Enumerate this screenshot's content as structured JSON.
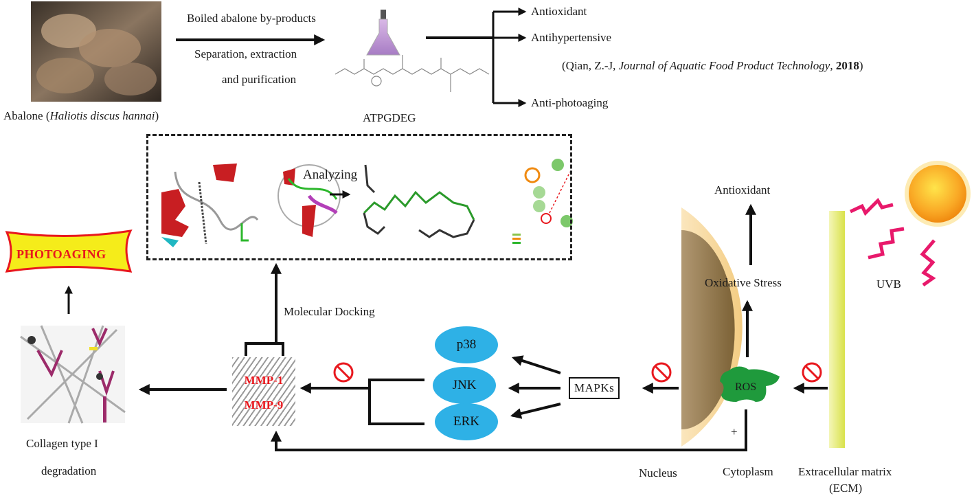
{
  "top": {
    "abalone_label_prefix": "Abalone (",
    "abalone_label_species": "Haliotis discus hannai",
    "abalone_label_suffix": ")",
    "process_label_1": "Boiled abalone by-products",
    "process_label_2": "Separation, extraction",
    "process_label_3": "and purification",
    "peptide_name": "ATPGDEG",
    "activities": [
      "Antioxidant",
      "Antihypertensive",
      "Anti-photoaging"
    ],
    "citation_prefix": "(Qian, Z.-J, ",
    "citation_journal": "Journal of Aquatic Food Product Technology",
    "citation_sep": ", ",
    "citation_year": "2018",
    "citation_suffix": ")"
  },
  "docking_panel": {
    "analyzing_label": "Analyzing",
    "docking_label": "Molecular Docking"
  },
  "left": {
    "photoaging_label": "PHOTOAGING",
    "collagen_label_1": "Collagen type I",
    "collagen_label_2": "degradation"
  },
  "pathway": {
    "mmp_labels": [
      "MMP-1",
      "MMP-9"
    ],
    "mapk_nodes": [
      "p38",
      "JNK",
      "ERK"
    ],
    "mapks_label": "MAPKs",
    "ros_label": "ROS",
    "oxidative_stress_label": "Oxidative Stress",
    "antioxidant_label": "Antioxidant",
    "uvb_label": "UVB",
    "plus_sign": "+"
  },
  "cell": {
    "nucleus_label": "Nucleus",
    "cytoplasm_label": "Cytoplasm",
    "ecm_label_1": "Extracellular matrix",
    "ecm_label_2": "(ECM)"
  },
  "colors": {
    "inhibit_red": "#e8181e",
    "mapk_blue": "#2eb1e6",
    "ros_green": "#1f9a3c",
    "uvb_pink": "#e8196b",
    "photoaging_yellow": "#f5ec1a",
    "ecm_yellow": "#dfe655"
  }
}
